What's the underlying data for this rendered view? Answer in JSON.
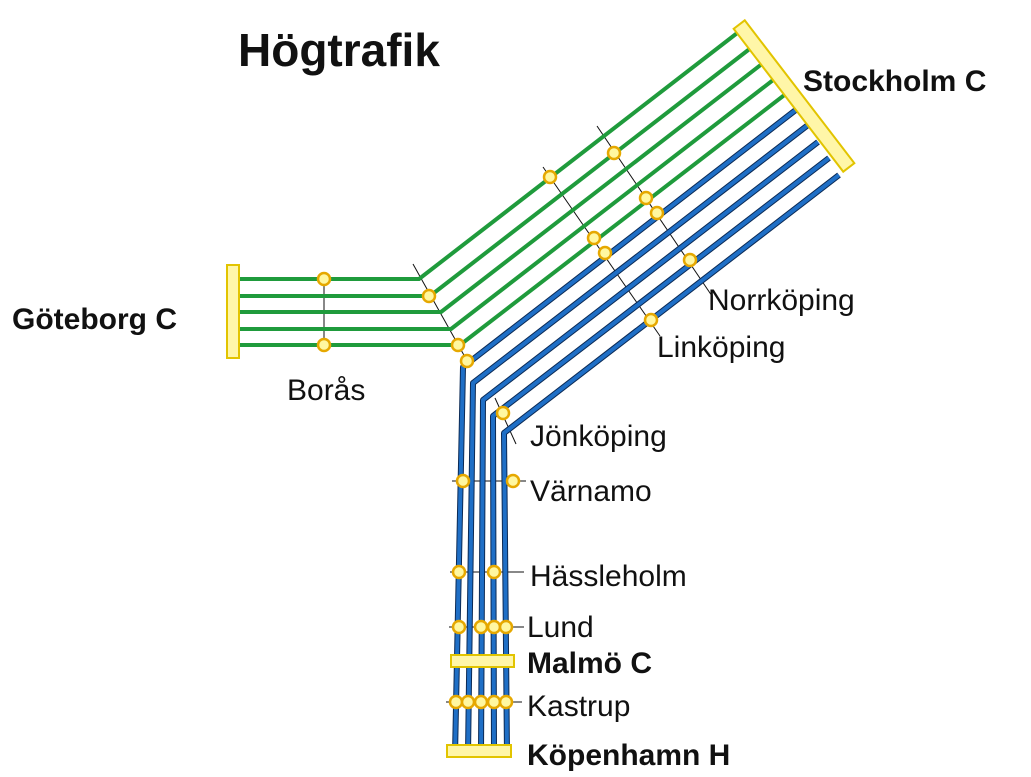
{
  "title": "Högtrafik",
  "terminals": {
    "stockholm": "Stockholm C",
    "goteborg": "Göteborg C",
    "malmo": "Malmö C",
    "kopenhamn": "Köpenhamn H"
  },
  "stations": {
    "boras": "Borås",
    "norrkoping": "Norrköping",
    "linkoping": "Linköping",
    "jonkoping": "Jönköping",
    "varnamo": "Värnamo",
    "hassleholm": "Hässleholm",
    "lund": "Lund",
    "kastrup": "Kastrup"
  },
  "lines": {
    "green_count": 5,
    "blue_count": 5,
    "colors": {
      "green": "#1f9b3c",
      "blue": "#1f6fc6",
      "stop": "#e6a800",
      "platform": "#fff6a8"
    }
  }
}
